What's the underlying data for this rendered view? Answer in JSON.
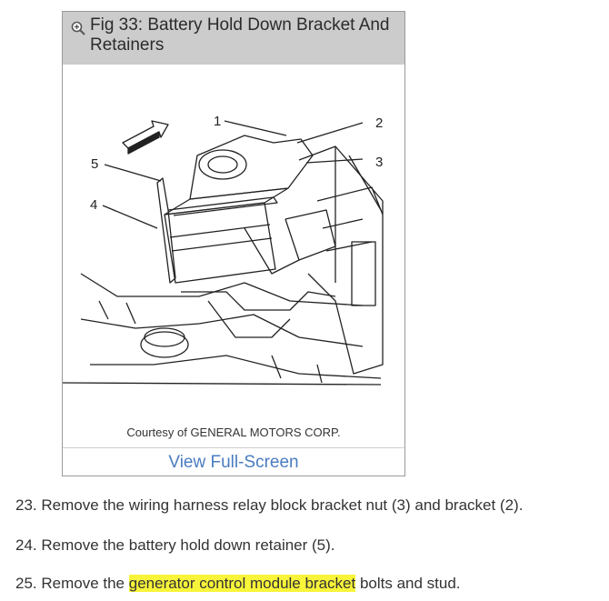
{
  "figure": {
    "title": "Fig 33: Battery Hold Down Bracket And Retainers",
    "courtesy": "Courtesy of GENERAL MOTORS CORP.",
    "view_full_screen_label": "View Full-Screen",
    "callouts": [
      "1",
      "2",
      "3",
      "4",
      "5"
    ],
    "icons": {
      "zoom": "zoom-in-icon",
      "arrow": "forward-arrow-icon"
    },
    "colors": {
      "header_bg": "#cccccc",
      "link": "#4a7cc0"
    }
  },
  "steps": [
    {
      "text": "23. Remove the wiring harness relay block bracket nut (3) and bracket (2)."
    },
    {
      "text": "24. Remove the battery hold down retainer (5)."
    },
    {
      "prefix": "25. Remove the ",
      "highlight": "generator control module bracket",
      "suffix": " bolts and stud.",
      "highlight_color": "#f8f43a"
    }
  ]
}
